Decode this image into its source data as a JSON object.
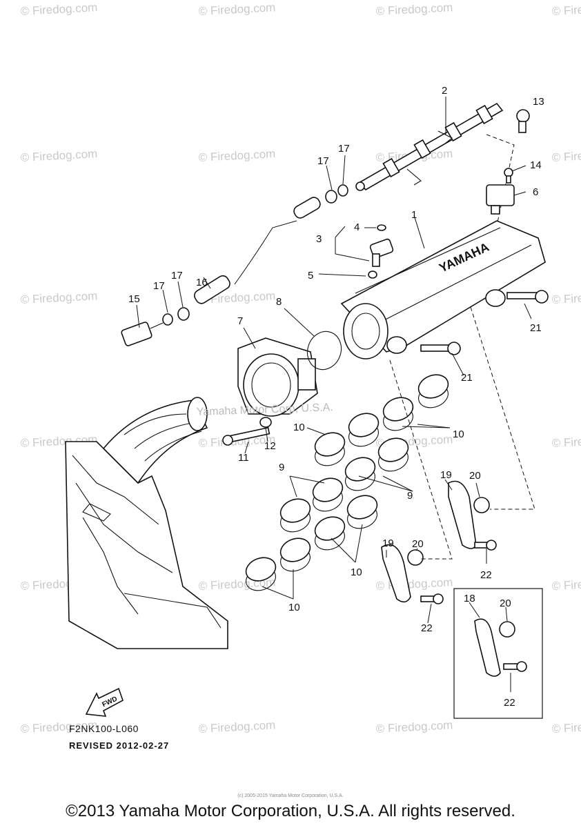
{
  "watermark": "© Firedog.com",
  "center_watermark": "Yamaha Motor Corp, U.S.A.",
  "callouts": [
    "1",
    "2",
    "3",
    "4",
    "5",
    "6",
    "7",
    "8",
    "9",
    "9",
    "10",
    "10",
    "10",
    "10",
    "11",
    "12",
    "13",
    "14",
    "15",
    "16",
    "17",
    "17",
    "17",
    "17",
    "18",
    "19",
    "19",
    "20",
    "20",
    "20",
    "21",
    "21",
    "22",
    "22",
    "22"
  ],
  "fwd_label": "FWD",
  "diagram_code": "F2NK100-L060",
  "revised_label": "REVISED 2012-02-27",
  "tiny_notice": "(c) 2005-2015 Yamaha Motor Corporation, U.S.A.",
  "copyright": "©2013 Yamaha Motor Corporation, U.S.A. All rights reserved.",
  "manifold_text": "YAMAHA"
}
